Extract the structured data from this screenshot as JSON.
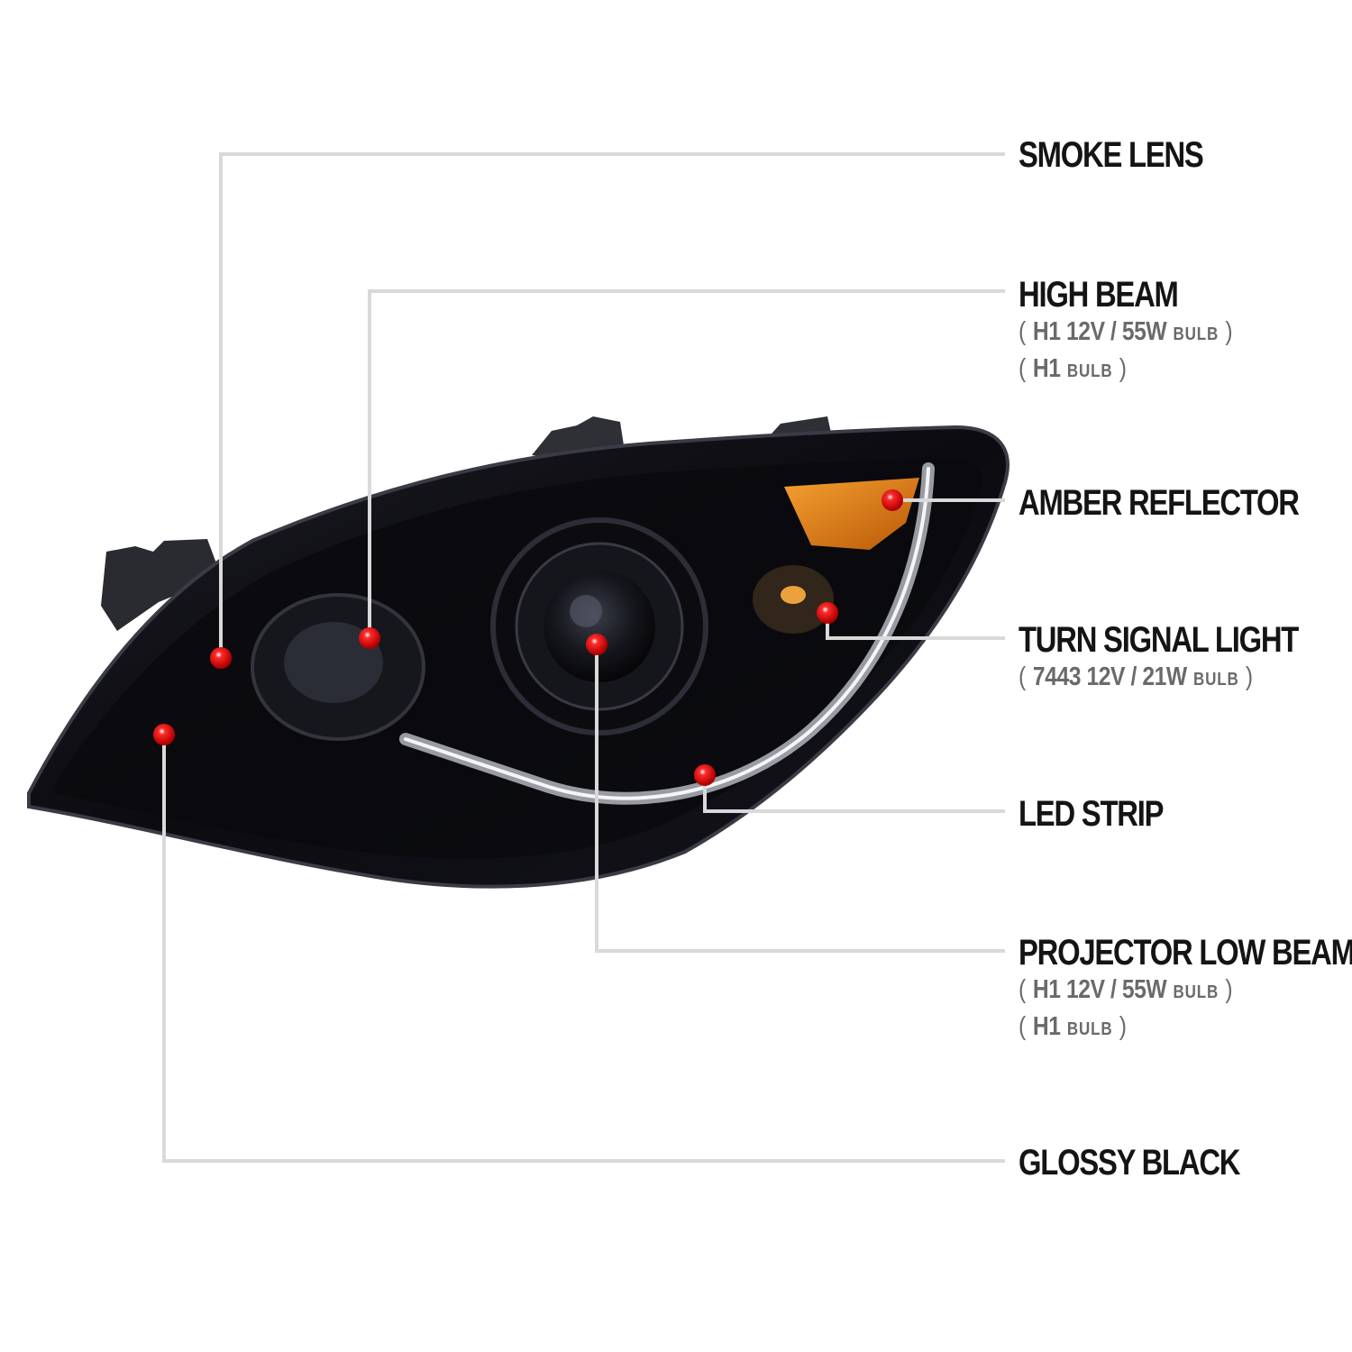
{
  "callouts": [
    {
      "id": "smoke-lens",
      "title": "SMOKE LENS",
      "specs": []
    },
    {
      "id": "high-beam",
      "title": "HIGH BEAM",
      "specs": [
        {
          "main": "H1  12V / 55W",
          "suffix": "BULB"
        },
        {
          "main": "H1",
          "suffix": "BULB"
        }
      ]
    },
    {
      "id": "amber-reflector",
      "title": "AMBER REFLECTOR",
      "specs": []
    },
    {
      "id": "turn-signal-light",
      "title": "TURN SIGNAL LIGHT",
      "specs": [
        {
          "main": "7443  12V / 21W",
          "suffix": "BULB"
        }
      ]
    },
    {
      "id": "led-strip",
      "title": "LED STRIP",
      "specs": []
    },
    {
      "id": "projector-low-beam",
      "title": "PROJECTOR LOW BEAM",
      "specs": [
        {
          "main": "H1  12V / 55W",
          "suffix": "BULB"
        },
        {
          "main": "H1",
          "suffix": "BULB"
        }
      ]
    },
    {
      "id": "glossy-black",
      "title": "GLOSSY BLACK",
      "specs": []
    }
  ],
  "colors": {
    "marker": "#e00000",
    "leader_line": "#d9d9d9",
    "housing": "#0d0d12",
    "amber": "#e07a10"
  }
}
